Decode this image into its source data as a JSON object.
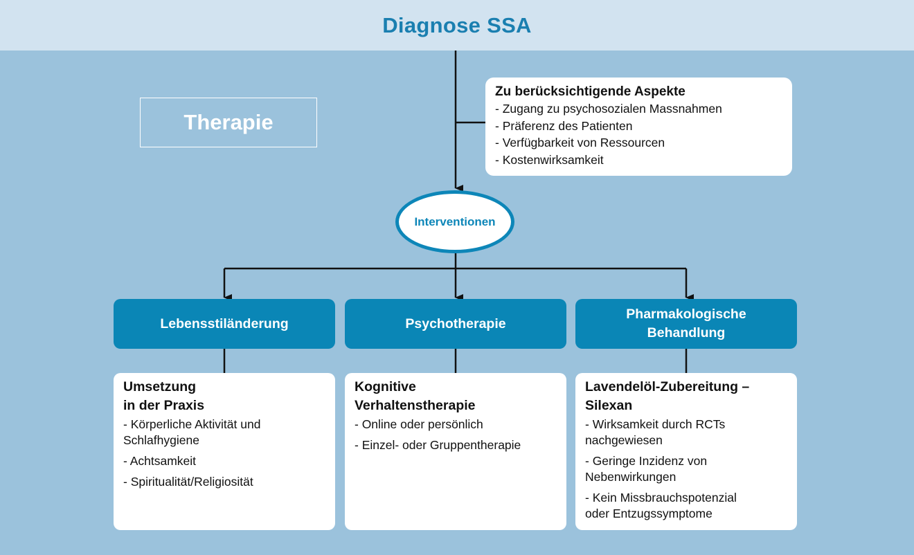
{
  "header": {
    "title": "Diagnose SSA"
  },
  "therapie_label": "Therapie",
  "aspects": {
    "title": "Zu berücksichtigende Aspekte",
    "items": [
      "- Zugang zu psychosozialen Massnahmen",
      "- Präferenz des Patienten",
      "- Verfügbarkeit von Ressourcen",
      "- Kostenwirksamkeit"
    ]
  },
  "interventions_label": "Interventionen",
  "categories": [
    {
      "label": "Lebensstiländerung",
      "card_title": "Umsetzung\nin der Praxis",
      "items": [
        "- Körperliche Aktivität und\n  Schlafhygiene",
        "- Achtsamkeit",
        "- Spiritualität/Religiosität"
      ]
    },
    {
      "label": "Psychotherapie",
      "card_title": "Kognitive\nVerhaltenstherapie",
      "items": [
        "- Online oder persönlich",
        "- Einzel- oder Gruppentherapie"
      ]
    },
    {
      "label": "Pharmakologische\nBehandlung",
      "card_title": "Lavendelöl-Zubereitung –\nSilexan",
      "items": [
        "- Wirksamkeit durch RCTs\n  nachgewiesen",
        "- Geringe Inzidenz von\n  Nebenwirkungen",
        "- Kein Missbrauchspotenzial\n  oder Entzugssymptome"
      ]
    }
  ],
  "colors": {
    "background": "#9bc2dc",
    "header_band": "#d2e3f0",
    "accent_blue": "#0a86b6",
    "connector": "#111111"
  }
}
